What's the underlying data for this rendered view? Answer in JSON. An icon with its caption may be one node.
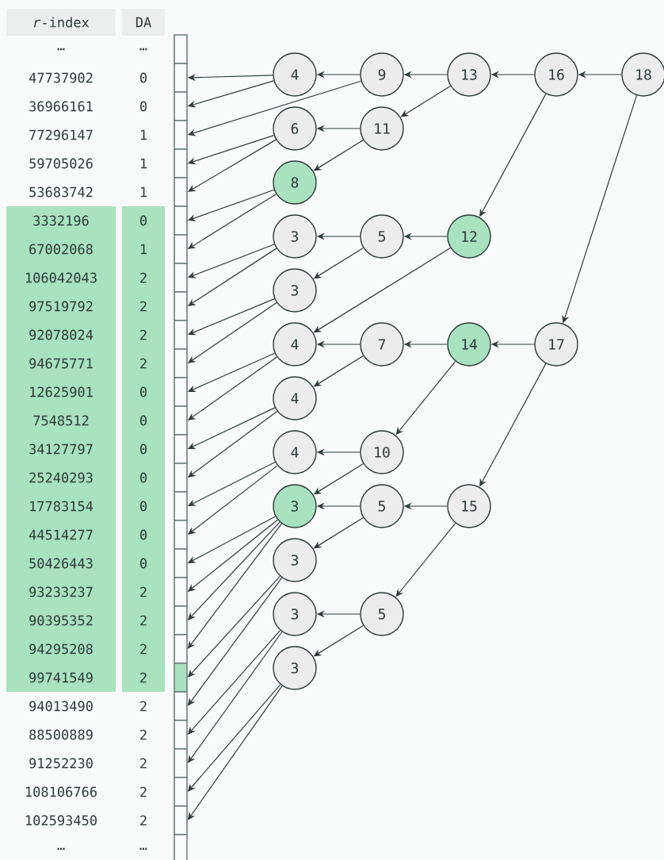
{
  "diagram": {
    "nodes": [
      {
        "text": [],
        "shape": "box"
      },
      {
        "text": [],
        "shape": "box"
      },
      {
        "text": [],
        "shape": "box"
      },
      {
        "text": [],
        "shape": "box"
      },
      {
        "text": [],
        "shape": "box"
      },
      {
        "text": [],
        "shape": "box"
      },
      {
        "text": [],
        "shape": "box"
      },
      {
        "text": [],
        "shape": "box"
      },
      {
        "text": [],
        "shape": "box"
      },
      {
        "text": [],
        "shape": "box"
      },
      {
        "text": [],
        "shape": "box"
      },
      {
        "text": [],
        "shape": "box"
      },
      {
        "text": [],
        "shape": "box"
      },
      {
        "text": [],
        "shape": "box"
      },
      {
        "text": [],
        "shape": "box"
      },
      {
        "text": [],
        "shape": "box"
      },
      {
        "text": [],
        "shape": "box"
      },
      {
        "text": [],
        "shape": "box"
      },
      {
        "text": [],
        "shape": "box"
      },
      {
        "text": [],
        "shape": "box"
      },
      {
        "text": [],
        "shape": "box"
      },
      {
        "text": [],
        "shape": "box"
      },
      {
        "text": [],
        "shape": "box"
      },
      {
        "text": [],
        "shape": "box"
      },
      {
        "text": [],
        "shape": "box"
      },
      {
        "text": [],
        "shape": "box"
      },
      {
        "text": [],
        "shape": "box"
      },
      {
        "text": [],
        "shape": "box"
      },
      {
        "text": [],
        "shape": "box"
      },
      {
        "text": [
          "4"
        ]
      },
      {
        "text": [
          "9"
        ]
      },
      {
        "text": [
          "13"
        ]
      },
      {
        "text": [
          "16"
        ]
      },
      {
        "text": [
          "18"
        ]
      },
      {
        "text": [
          "6"
        ]
      },
      {
        "text": [
          "11"
        ]
      },
      {
        "text": [
          "8"
        ]
      },
      {
        "text": [
          "3"
        ]
      },
      {
        "text": [
          "5"
        ]
      },
      {
        "text": [
          "12"
        ]
      },
      {
        "text": [
          "3"
        ]
      },
      {
        "text": [
          "4"
        ]
      },
      {
        "text": [
          "7"
        ]
      },
      {
        "text": [
          "14"
        ]
      },
      {
        "text": [
          "17"
        ]
      },
      {
        "text": [
          "4"
        ]
      },
      {
        "text": [
          "4"
        ]
      },
      {
        "text": [
          "10"
        ]
      },
      {
        "text": [
          "3"
        ]
      },
      {
        "text": [
          "5"
        ]
      },
      {
        "text": [
          "15"
        ]
      },
      {
        "text": [
          "3"
        ]
      },
      {
        "text": [
          "3"
        ]
      },
      {
        "text": [
          "5"
        ]
      },
      {
        "text": [
          "3"
        ]
      }
    ],
    "edges": [
      {
        "from": 33,
        "to": 32,
        "arrow": "to"
      },
      {
        "from": 32,
        "to": 31,
        "arrow": "to"
      },
      {
        "from": 31,
        "to": 30,
        "arrow": "to"
      },
      {
        "from": 30,
        "to": 29,
        "arrow": "to"
      },
      {
        "from": 31,
        "to": 35,
        "arrow": "to"
      },
      {
        "from": 35,
        "to": 34,
        "arrow": "to"
      },
      {
        "from": 35,
        "to": 36,
        "arrow": "to"
      },
      {
        "from": 32,
        "to": 39,
        "arrow": "to"
      },
      {
        "from": 39,
        "to": 38,
        "arrow": "to"
      },
      {
        "from": 38,
        "to": 37,
        "arrow": "to"
      },
      {
        "from": 38,
        "to": 40,
        "arrow": "to"
      },
      {
        "from": 39,
        "to": 41,
        "arrow": "to"
      },
      {
        "from": 33,
        "to": 44,
        "arrow": "to"
      },
      {
        "from": 44,
        "to": 43,
        "arrow": "to"
      },
      {
        "from": 43,
        "to": 42,
        "arrow": "to"
      },
      {
        "from": 42,
        "to": 41,
        "arrow": "to"
      },
      {
        "from": 42,
        "to": 45,
        "arrow": "to"
      },
      {
        "from": 43,
        "to": 47,
        "arrow": "to"
      },
      {
        "from": 47,
        "to": 46,
        "arrow": "to"
      },
      {
        "from": 47,
        "to": 48,
        "arrow": "to"
      },
      {
        "from": 44,
        "to": 50,
        "arrow": "to"
      },
      {
        "from": 50,
        "to": 49,
        "arrow": "to"
      },
      {
        "from": 49,
        "to": 48,
        "arrow": "to"
      },
      {
        "from": 49,
        "to": 51,
        "arrow": "to"
      },
      {
        "from": 50,
        "to": 53,
        "arrow": "to"
      },
      {
        "from": 53,
        "to": 52,
        "arrow": "to"
      },
      {
        "from": 53,
        "to": 54,
        "arrow": "to"
      },
      {
        "from": 29,
        "to": 1,
        "arrow": "to"
      },
      {
        "from": 29,
        "to": 2,
        "arrow": "to"
      },
      {
        "from": 30,
        "to": 3,
        "arrow": "to"
      },
      {
        "from": 34,
        "to": 4,
        "arrow": "to"
      },
      {
        "from": 34,
        "to": 5,
        "arrow": "to"
      },
      {
        "from": 36,
        "to": 6,
        "arrow": "to"
      },
      {
        "from": 36,
        "to": 7,
        "arrow": "to"
      },
      {
        "from": 37,
        "to": 8,
        "arrow": "to"
      },
      {
        "from": 37,
        "to": 9,
        "arrow": "to"
      },
      {
        "from": 40,
        "to": 10,
        "arrow": "to"
      },
      {
        "from": 40,
        "to": 11,
        "arrow": "to"
      },
      {
        "from": 41,
        "to": 12,
        "arrow": "to"
      },
      {
        "from": 41,
        "to": 13,
        "arrow": "to"
      },
      {
        "from": 45,
        "to": 14,
        "arrow": "to"
      },
      {
        "from": 45,
        "to": 15,
        "arrow": "to"
      },
      {
        "from": 46,
        "to": 16,
        "arrow": "to"
      },
      {
        "from": 46,
        "to": 17,
        "arrow": "to"
      },
      {
        "from": 48,
        "to": 18,
        "arrow": "to"
      },
      {
        "from": 48,
        "to": 19,
        "arrow": "to"
      },
      {
        "from": 48,
        "to": 20,
        "arrow": "to"
      },
      {
        "from": 48,
        "to": 21,
        "arrow": "to"
      },
      {
        "from": 51,
        "to": 22,
        "arrow": "to"
      },
      {
        "from": 51,
        "to": 23,
        "arrow": "to"
      },
      {
        "from": 52,
        "to": 24,
        "arrow": "to"
      },
      {
        "from": 52,
        "to": 25,
        "arrow": "to"
      },
      {
        "from": 54,
        "to": 26,
        "arrow": "to"
      },
      {
        "from": 54,
        "to": 27,
        "arrow": "to"
      }
    ],
    "labels": [
      "*r*-index",
      "DA",
      "…",
      "…",
      "47737902",
      "0",
      "36966161",
      "0",
      "77296147",
      "1",
      "59705026",
      "1",
      "53683742",
      "1",
      "3332196",
      "0",
      "67002068",
      "1",
      "106042043",
      "2",
      "97519792",
      "2",
      "92078024",
      "2",
      "94675771",
      "2",
      "12625901",
      "0",
      "7548512",
      "0",
      "34127797",
      "0",
      "25240293",
      "0",
      "17783154",
      "0",
      "44514277",
      "0",
      "50426443",
      "0",
      "93233237",
      "2",
      "90395352",
      "2",
      "94295208",
      "2",
      "99741549",
      "2",
      "94013490",
      "2",
      "88500889",
      "2",
      "91252230",
      "2",
      "108106766",
      "2",
      "102593450",
      "2",
      "…",
      "…"
    ]
  }
}
